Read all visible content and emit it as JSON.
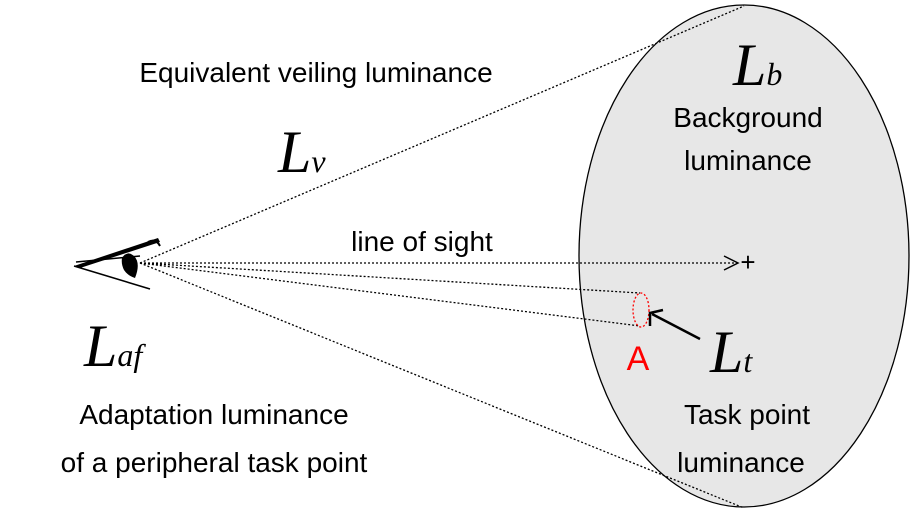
{
  "labels": {
    "veiling": "Equivalent veiling luminance",
    "background_title": "Background",
    "background_sub": "luminance",
    "line_of_sight": "line of sight",
    "adaptation_line1": "Adaptation luminance",
    "adaptation_line2": "of a peripheral task point",
    "task_line1": "Task point",
    "task_line2": "luminance",
    "point_a": "A"
  },
  "symbols": {
    "Lb": {
      "main": "L",
      "sub": "b"
    },
    "Lv": {
      "main": "L",
      "sub": "v"
    },
    "Laf": {
      "main": "L",
      "sub": "af"
    },
    "Lt": {
      "main": "L",
      "sub": "t"
    }
  },
  "markers": {
    "fixation": "+"
  },
  "colors": {
    "ellipse_fill": "#e7e7e7",
    "highlight": "#ff0000",
    "stroke": "#000000"
  }
}
